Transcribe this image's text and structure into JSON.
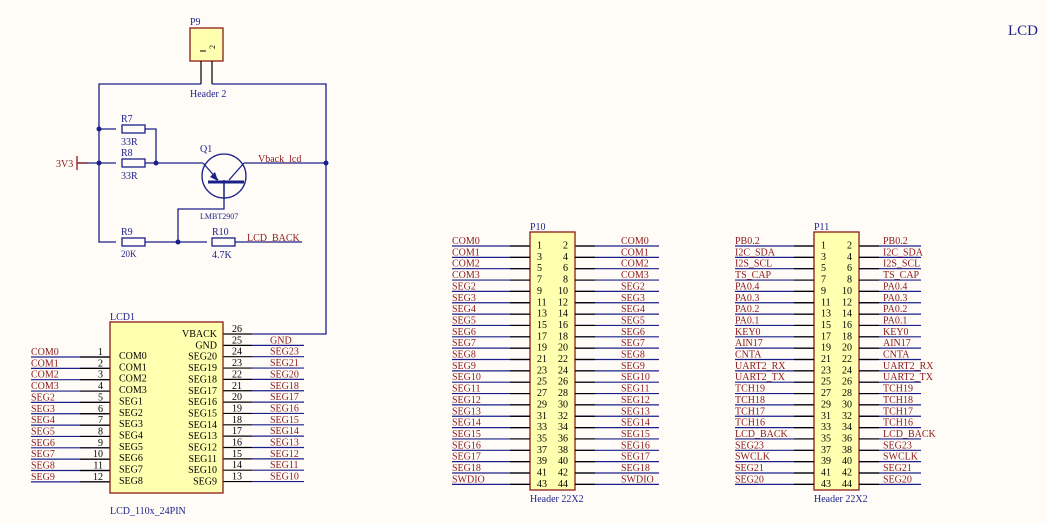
{
  "sheet_title": "LCD",
  "colors": {
    "wire": "#1a1f8a",
    "net_label": "#8b1a1a",
    "component_fill": "#ffffb0",
    "component_border": "#8b1a1a",
    "background": "#fffcf7"
  },
  "p9": {
    "designator": "P9",
    "comment": "Header 2",
    "pins": [
      "1",
      "2"
    ]
  },
  "power": {
    "net": "3V3"
  },
  "r7": {
    "designator": "R7",
    "value": "33R"
  },
  "r8": {
    "designator": "R8",
    "value": "33R"
  },
  "r9": {
    "designator": "R9",
    "value": "20K"
  },
  "r10": {
    "designator": "R10",
    "value": "4.7K"
  },
  "q1": {
    "designator": "Q1",
    "comment": "LMBT2907"
  },
  "nets": {
    "vback": "Vback_lcd",
    "lcd_back": "LCD_BACK"
  },
  "lcd1": {
    "designator": "LCD1",
    "comment": "LCD_110x_24PIN",
    "left_pins": [
      {
        "num": "1",
        "name": "COM0",
        "net": "COM0"
      },
      {
        "num": "2",
        "name": "COM1",
        "net": "COM1"
      },
      {
        "num": "3",
        "name": "COM2",
        "net": "COM2"
      },
      {
        "num": "4",
        "name": "COM3",
        "net": "COM3"
      },
      {
        "num": "5",
        "name": "SEG1",
        "net": "SEG2"
      },
      {
        "num": "6",
        "name": "SEG2",
        "net": "SEG3"
      },
      {
        "num": "7",
        "name": "SEG3",
        "net": "SEG4"
      },
      {
        "num": "8",
        "name": "SEG4",
        "net": "SEG5"
      },
      {
        "num": "9",
        "name": "SEG5",
        "net": "SEG6"
      },
      {
        "num": "10",
        "name": "SEG6",
        "net": "SEG7"
      },
      {
        "num": "11",
        "name": "SEG7",
        "net": "SEG8"
      },
      {
        "num": "12",
        "name": "SEG8",
        "net": "SEG9"
      }
    ],
    "right_pins": [
      {
        "num": "26",
        "name": "VBACK",
        "net": ""
      },
      {
        "num": "25",
        "name": "GND",
        "net": "GND"
      },
      {
        "num": "24",
        "name": "SEG20",
        "net": "SEG23"
      },
      {
        "num": "23",
        "name": "SEG19",
        "net": "SEG21"
      },
      {
        "num": "22",
        "name": "SEG18",
        "net": "SEG20"
      },
      {
        "num": "21",
        "name": "SEG17",
        "net": "SEG18"
      },
      {
        "num": "20",
        "name": "SEG16",
        "net": "SEG17"
      },
      {
        "num": "19",
        "name": "SEG15",
        "net": "SEG16"
      },
      {
        "num": "18",
        "name": "SEG14",
        "net": "SEG15"
      },
      {
        "num": "17",
        "name": "SEG13",
        "net": "SEG14"
      },
      {
        "num": "16",
        "name": "SEG12",
        "net": "SEG13"
      },
      {
        "num": "15",
        "name": "SEG11",
        "net": "SEG12"
      },
      {
        "num": "14",
        "name": "SEG10",
        "net": "SEG11"
      },
      {
        "num": "13",
        "name": "SEG9",
        "net": "SEG10"
      }
    ]
  },
  "p10": {
    "designator": "P10",
    "comment": "Header 22X2",
    "rows": [
      {
        "l": "1",
        "r": "2",
        "net": "COM0"
      },
      {
        "l": "3",
        "r": "4",
        "net": "COM1"
      },
      {
        "l": "5",
        "r": "6",
        "net": "COM2"
      },
      {
        "l": "7",
        "r": "8",
        "net": "COM3"
      },
      {
        "l": "9",
        "r": "10",
        "net": "SEG2"
      },
      {
        "l": "11",
        "r": "12",
        "net": "SEG3"
      },
      {
        "l": "13",
        "r": "14",
        "net": "SEG4"
      },
      {
        "l": "15",
        "r": "16",
        "net": "SEG5"
      },
      {
        "l": "17",
        "r": "18",
        "net": "SEG6"
      },
      {
        "l": "19",
        "r": "20",
        "net": "SEG7"
      },
      {
        "l": "21",
        "r": "22",
        "net": "SEG8"
      },
      {
        "l": "23",
        "r": "24",
        "net": "SEG9"
      },
      {
        "l": "25",
        "r": "26",
        "net": "SEG10"
      },
      {
        "l": "27",
        "r": "28",
        "net": "SEG11"
      },
      {
        "l": "29",
        "r": "30",
        "net": "SEG12"
      },
      {
        "l": "31",
        "r": "32",
        "net": "SEG13"
      },
      {
        "l": "33",
        "r": "34",
        "net": "SEG14"
      },
      {
        "l": "35",
        "r": "36",
        "net": "SEG15"
      },
      {
        "l": "37",
        "r": "38",
        "net": "SEG16"
      },
      {
        "l": "39",
        "r": "40",
        "net": "SEG17"
      },
      {
        "l": "41",
        "r": "42",
        "net": "SEG18"
      },
      {
        "l": "43",
        "r": "44",
        "net": "SWDIO"
      }
    ]
  },
  "p11": {
    "designator": "P11",
    "comment": "Header 22X2",
    "rows": [
      {
        "l": "1",
        "r": "2",
        "net": "PB0.2"
      },
      {
        "l": "3",
        "r": "4",
        "net": "I2C_SDA"
      },
      {
        "l": "5",
        "r": "6",
        "net": "I2S_SCL"
      },
      {
        "l": "7",
        "r": "8",
        "net": "TS_CAP"
      },
      {
        "l": "9",
        "r": "10",
        "net": "PA0.4"
      },
      {
        "l": "11",
        "r": "12",
        "net": "PA0.3"
      },
      {
        "l": "13",
        "r": "14",
        "net": "PA0.2"
      },
      {
        "l": "15",
        "r": "16",
        "net": "PA0.1"
      },
      {
        "l": "17",
        "r": "18",
        "net": "KEY0"
      },
      {
        "l": "19",
        "r": "20",
        "net": "AIN17"
      },
      {
        "l": "21",
        "r": "22",
        "net": "CNTA"
      },
      {
        "l": "23",
        "r": "24",
        "net": "UART2_RX"
      },
      {
        "l": "25",
        "r": "26",
        "net": "UART2_TX"
      },
      {
        "l": "27",
        "r": "28",
        "net": "TCH19"
      },
      {
        "l": "29",
        "r": "30",
        "net": "TCH18"
      },
      {
        "l": "31",
        "r": "32",
        "net": "TCH17"
      },
      {
        "l": "33",
        "r": "34",
        "net": "TCH16"
      },
      {
        "l": "35",
        "r": "36",
        "net": "LCD_BACK"
      },
      {
        "l": "37",
        "r": "38",
        "net": "SEG23"
      },
      {
        "l": "39",
        "r": "40",
        "net": "SWCLK"
      },
      {
        "l": "41",
        "r": "42",
        "net": "SEG21"
      },
      {
        "l": "43",
        "r": "44",
        "net": "SEG20"
      }
    ]
  }
}
